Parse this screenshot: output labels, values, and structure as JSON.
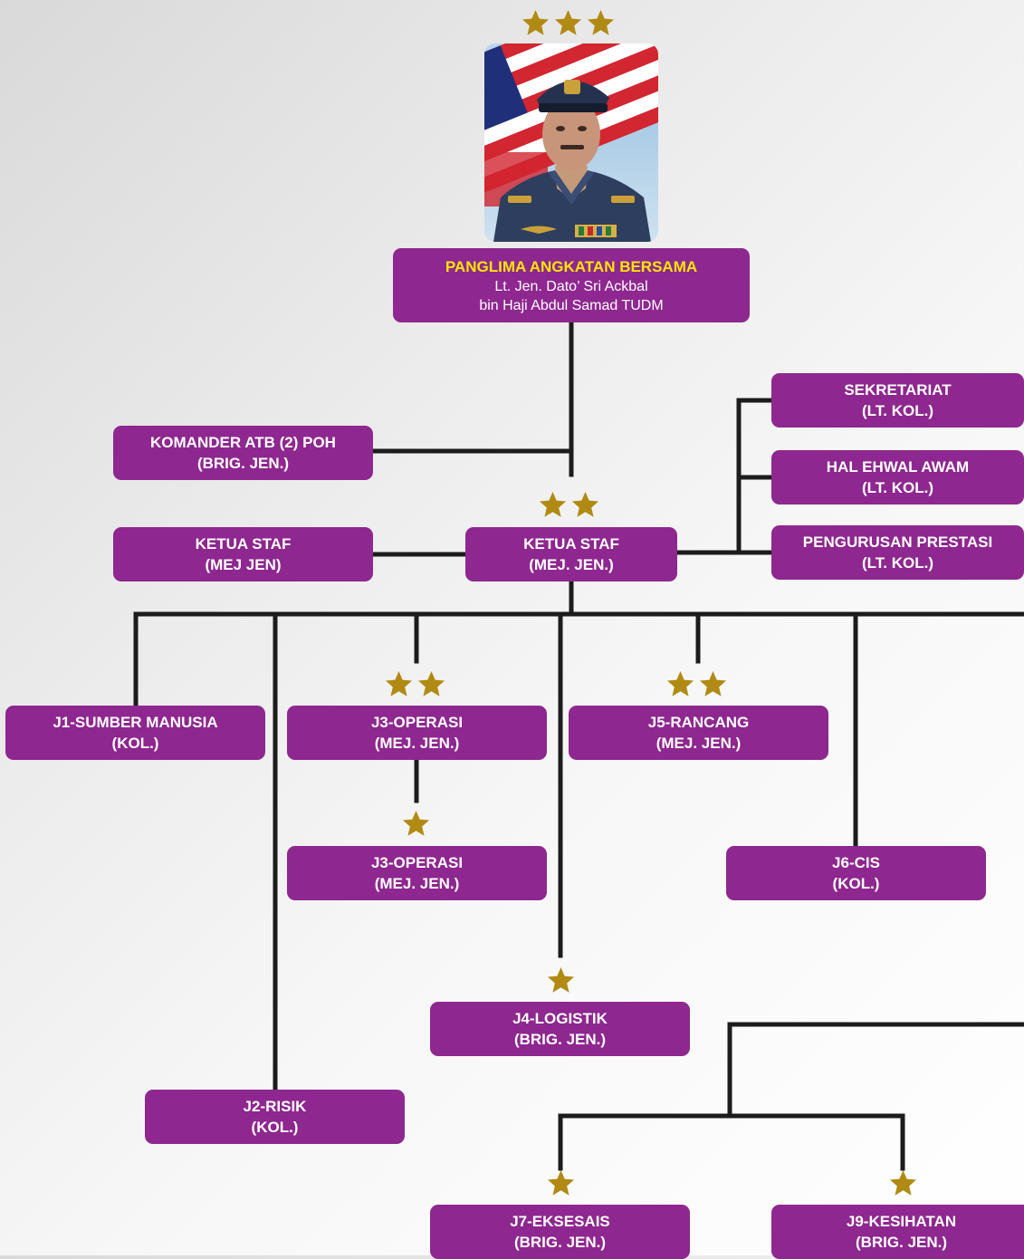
{
  "top": {
    "title": "PANGLIMA ANGKATAN BERSAMA",
    "name_line1": "Lt. Jen. Dato’ Sri Ackbal",
    "name_line2": "bin Haji Abdul Samad TUDM",
    "rank_stars": 3
  },
  "photo_icon": "portrait-officer-photo",
  "star_icon": "star-icon",
  "colors": {
    "box": "#8e278f",
    "box_text": "#ffffff",
    "top_title": "#ffe600",
    "star": "#b08a12",
    "line": "#1c1c1c"
  },
  "nodes": {
    "komander": {
      "line1": "KOMANDER ATB (2) POH",
      "line2": "(BRIG. JEN.)",
      "rank_stars": 0
    },
    "ketua_staf_left": {
      "line1": "KETUA STAF",
      "line2": "(MEJ JEN)",
      "rank_stars": 0
    },
    "ketua_staf": {
      "line1": "KETUA STAF",
      "line2": "(MEJ. JEN.)",
      "rank_stars": 2
    },
    "sekretariat": {
      "line1": "SEKRETARIAT",
      "line2": "(LT. KOL.)",
      "rank_stars": 0
    },
    "hal_ehwal": {
      "line1": "HAL EHWAL AWAM",
      "line2": "(LT. KOL.)",
      "rank_stars": 0
    },
    "prestasi": {
      "line1": "PENGURUSAN PRESTASI",
      "line2": "(LT. KOL.)",
      "rank_stars": 0
    },
    "j1": {
      "line1": "J1-SUMBER MANUSIA",
      "line2": "(KOL.)",
      "rank_stars": 0
    },
    "j3a": {
      "line1": "J3-OPERASI",
      "line2": "(MEJ. JEN.)",
      "rank_stars": 2
    },
    "j3b": {
      "line1": "J3-OPERASI",
      "line2": "(MEJ. JEN.)",
      "rank_stars": 1
    },
    "j5": {
      "line1": "J5-RANCANG",
      "line2": "(MEJ. JEN.)",
      "rank_stars": 2
    },
    "j6": {
      "line1": "J6-CIS",
      "line2": "(KOL.)",
      "rank_stars": 0
    },
    "j4": {
      "line1": "J4-LOGISTIK",
      "line2": "(BRIG. JEN.)",
      "rank_stars": 1
    },
    "j2": {
      "line1": "J2-RISIK",
      "line2": "(KOL.)",
      "rank_stars": 0
    },
    "j7": {
      "line1": "J7-EKSESAIS",
      "line2": "(BRIG. JEN.)",
      "rank_stars": 1
    },
    "j9": {
      "line1": "J9-KESIHATAN",
      "line2": "(BRIG. JEN.)",
      "rank_stars": 1
    }
  }
}
